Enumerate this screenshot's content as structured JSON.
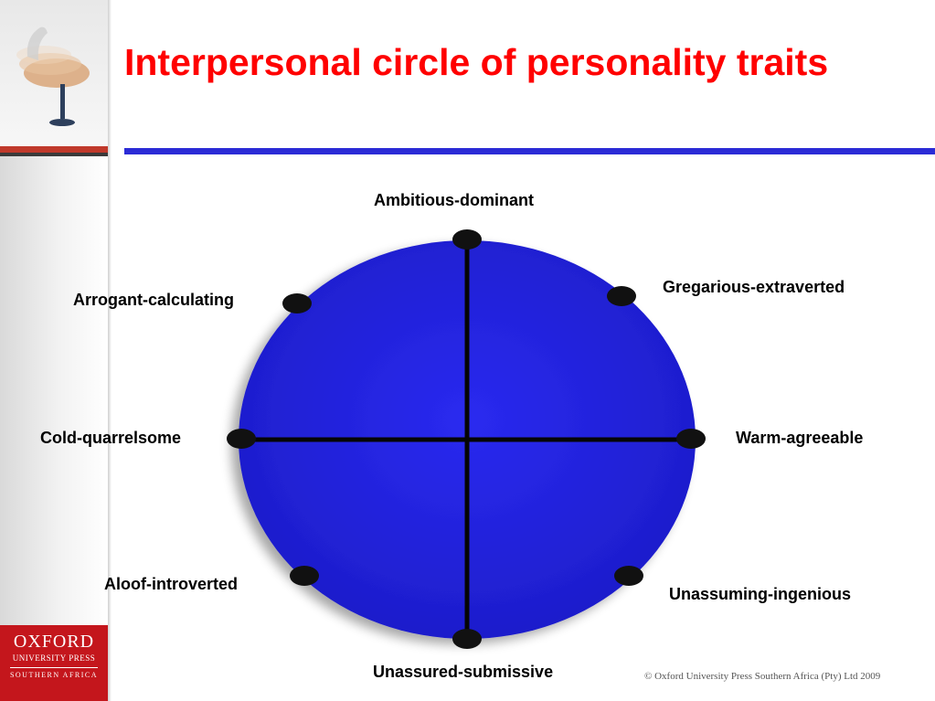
{
  "title": "Interpersonal circle of personality traits",
  "colors": {
    "title": "#ff0000",
    "rule": "#2b2bd6",
    "circle": "#2626e6",
    "node": "#111111",
    "logo_bg": "#c4161c"
  },
  "logo": {
    "line1": "OXFORD",
    "line2": "UNIVERSITY PRESS",
    "line3": "SOUTHERN AFRICA"
  },
  "traits": {
    "top": "Ambitious-dominant",
    "top_right": "Gregarious-extraverted",
    "right": "Warm-agreeable",
    "bottom_right": "Unassuming-ingenious",
    "bottom": "Unassured-submissive",
    "bottom_left": "Aloof-introverted",
    "left": "Cold-quarrelsome",
    "top_left": "Arrogant-calculating"
  },
  "copyright": "© Oxford University Press Southern Africa (Pty) Ltd 2009"
}
